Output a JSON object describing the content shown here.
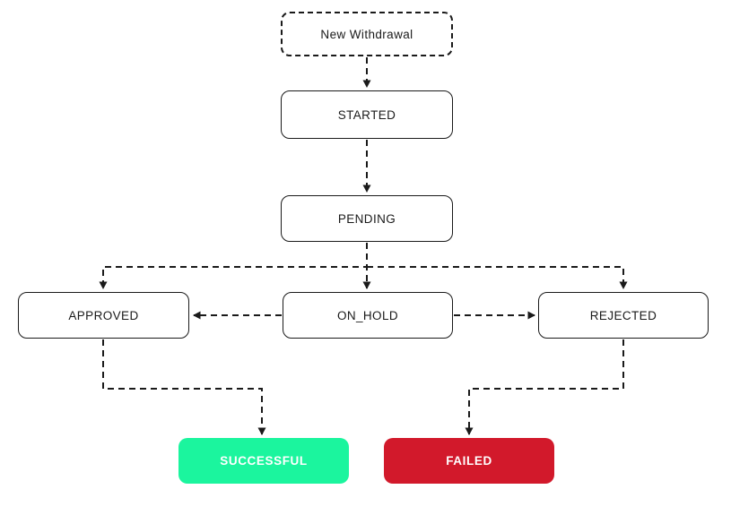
{
  "diagram": {
    "type": "state-flowchart",
    "subject": "withdrawal-lifecycle",
    "background": "#ffffff",
    "nodes": {
      "new_withdrawal": {
        "label": "New Withdrawal",
        "kind": "entry"
      },
      "started": {
        "label": "STARTED",
        "kind": "state"
      },
      "pending": {
        "label": "PENDING",
        "kind": "state"
      },
      "approved": {
        "label": "APPROVED",
        "kind": "state"
      },
      "on_hold": {
        "label": "ON_HOLD",
        "kind": "state"
      },
      "rejected": {
        "label": "REJECTED",
        "kind": "state"
      },
      "successful": {
        "label": "SUCCESSFUL",
        "kind": "terminal-success"
      },
      "failed": {
        "label": "FAILED",
        "kind": "terminal-failure"
      }
    },
    "edges": [
      {
        "from": "new_withdrawal",
        "to": "started"
      },
      {
        "from": "started",
        "to": "pending"
      },
      {
        "from": "pending",
        "to": "approved"
      },
      {
        "from": "pending",
        "to": "on_hold"
      },
      {
        "from": "pending",
        "to": "rejected"
      },
      {
        "from": "on_hold",
        "to": "approved"
      },
      {
        "from": "on_hold",
        "to": "rejected"
      },
      {
        "from": "approved",
        "to": "successful"
      },
      {
        "from": "rejected",
        "to": "failed"
      }
    ],
    "colors": {
      "line": "#1a1a1a",
      "node_border": "#1a1a1a",
      "node_text": "#1a1a1a",
      "success_fill": "#1bf59e",
      "failure_fill": "#d2192b",
      "terminal_text": "#ffffff"
    }
  }
}
